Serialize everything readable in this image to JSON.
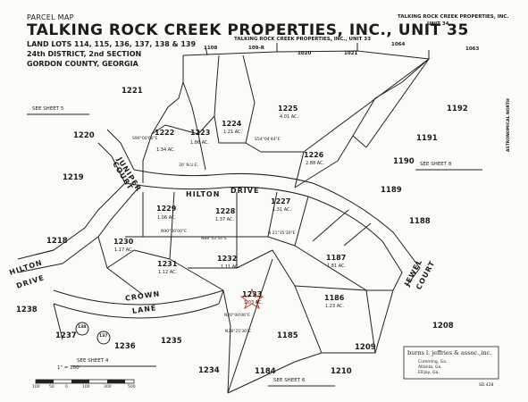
{
  "header": {
    "label": "PARCEL MAP",
    "title": "TALKING ROCK CREEK PROPERTIES, INC., UNIT 35",
    "line1": "LAND LOTS 114, 115, 136, 137, 138 & 139",
    "line2": "24th DISTRICT, 2nd SECTION",
    "line3": "GORDON COUNTY, GEORGIA"
  },
  "adjacent_units": {
    "unit33": "TALKING ROCK CREEK PROPERTIES, INC., UNIT 33",
    "unit34_line1": "TALKING ROCK CREEK PROPERTIES, INC.",
    "unit34_line2": "UNIT 34"
  },
  "lots": {
    "l1221": "1221",
    "l1220": "1220",
    "l1219": "1219",
    "l1218": "1218",
    "l1238": "1238",
    "l1237": "1237",
    "l1236": "1236",
    "l1235": "1235",
    "l1234": "1234",
    "l1184": "1184",
    "l1185": "1185",
    "l1210": "1210",
    "l1209": "1209",
    "l1208": "1208",
    "l1188": "1188",
    "l1189": "1189",
    "l1190": "1190",
    "l1191": "1191",
    "l1192": "1192",
    "l1063": "1063",
    "l1064": "1064",
    "l1021": "1021",
    "l1020": "1020",
    "l1109r": "109-R",
    "l1108": "1108"
  },
  "parcels": [
    {
      "id": "1222",
      "acres": "1.34 AC."
    },
    {
      "id": "1223",
      "acres": "1.86 AC."
    },
    {
      "id": "1224",
      "acres": "1.21 AC."
    },
    {
      "id": "1225",
      "acres": "4.01 AC."
    },
    {
      "id": "1226",
      "acres": "2.88 AC."
    },
    {
      "id": "1227",
      "acres": "1.31 AC."
    },
    {
      "id": "1228",
      "acres": "1.37 AC."
    },
    {
      "id": "1229",
      "acres": "1.06 AC."
    },
    {
      "id": "1230",
      "acres": "1.17 AC."
    },
    {
      "id": "1231",
      "acres": "1.12 AC."
    },
    {
      "id": "1232",
      "acres": "1.11 AC."
    },
    {
      "id": "1233",
      "acres": "1.03 AC."
    },
    {
      "id": "1186",
      "acres": "1.23 AC."
    },
    {
      "id": "1187",
      "acres": "1.81 AC."
    }
  ],
  "roads": {
    "juniper": "JUNIPER",
    "court": "COURT",
    "hilton1": "HILTON",
    "drive1": "DRIVE",
    "hilton2": "HILTON",
    "drive2": "DRIVE",
    "crown": "CROWN",
    "lane": "LANE",
    "jewel": "JEWEL",
    "court2": "COURT"
  },
  "see_sheets": {
    "s5": "SEE SHEET 5",
    "s8": "SEE SHEET 8",
    "s4": "SEE SHEET 4",
    "s6": "SEE SHEET 6"
  },
  "north": "ASTRONOMICAL NORTH",
  "circles": {
    "c1": "138",
    "c2": "137"
  },
  "bearings": {
    "b1": "S90°00'00\"E",
    "b2": "N90°00'00\"E",
    "b3": "30' N.U.E.",
    "b4": "N88°43'54\"E",
    "b5": "S54°04'44\"E",
    "b6": "N 21°15'30\"E",
    "b7": "N20°00'06\"E",
    "b8": "N38°25'36\"E"
  },
  "scale": {
    "note": "1\" = 100'",
    "ticks": [
      "100",
      "50",
      "0",
      "100",
      "300",
      "500"
    ]
  },
  "stamp": {
    "company": "burns l. jeffries & assoc.,inc.",
    "sub1": "Cumming, Ga.",
    "sub2": "Atlanta, Ga.",
    "sub3": "Ellijay, Ga."
  },
  "sheet_no": "SD 428"
}
